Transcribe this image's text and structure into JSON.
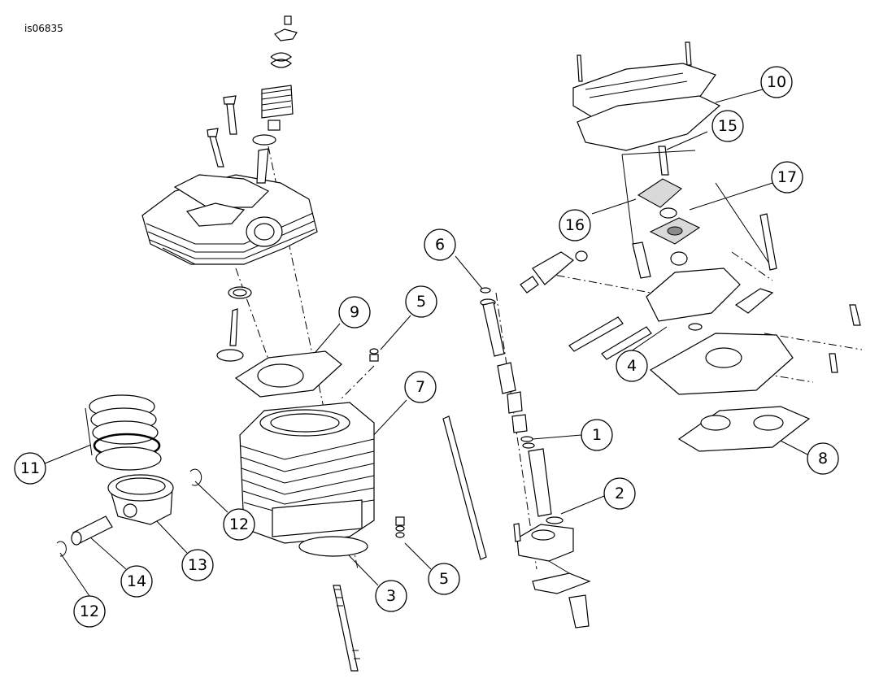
{
  "figure_id": "is06835",
  "callouts": [
    {
      "id": "c1",
      "label": "1"
    },
    {
      "id": "c2",
      "label": "2"
    },
    {
      "id": "c3",
      "label": "3"
    },
    {
      "id": "c4",
      "label": "4"
    },
    {
      "id": "c5a",
      "label": "5"
    },
    {
      "id": "c5b",
      "label": "5"
    },
    {
      "id": "c6",
      "label": "6"
    },
    {
      "id": "c7",
      "label": "7"
    },
    {
      "id": "c8",
      "label": "8"
    },
    {
      "id": "c9",
      "label": "9"
    },
    {
      "id": "c10",
      "label": "10"
    },
    {
      "id": "c11",
      "label": "11"
    },
    {
      "id": "c12a",
      "label": "12"
    },
    {
      "id": "c12b",
      "label": "12"
    },
    {
      "id": "c13",
      "label": "13"
    },
    {
      "id": "c14",
      "label": "14"
    },
    {
      "id": "c15",
      "label": "15"
    },
    {
      "id": "c16",
      "label": "16"
    },
    {
      "id": "c17",
      "label": "17"
    }
  ]
}
